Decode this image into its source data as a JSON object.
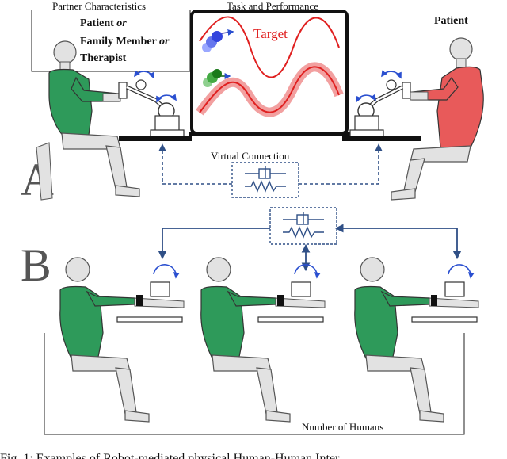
{
  "panel_a": {
    "letter": "A",
    "partner_box": {
      "title": "Partner Characteristics",
      "line1_a": "Patient",
      "line1_b": "or",
      "line2_a": "Family Member",
      "line2_b": "or",
      "line3": "Therapist"
    },
    "task_title": "Task and Performance",
    "target_label": "Target",
    "patient_label": "Patient",
    "virtual_connection_label": "Virtual Connection"
  },
  "panel_b": {
    "letter": "B",
    "number_of_humans_label": "Number of Humans"
  },
  "caption": "Fig. 1: Examples of Robot-mediated physical Human-Human Inter",
  "colors": {
    "green_shirt": "#2e9a5a",
    "red_shirt": "#e85a5a",
    "arrow_blue": "#2f4f86",
    "rotation_blue": "#2a4fd0",
    "target_red": "#e02020",
    "target_glow": "#f2a0a0"
  }
}
